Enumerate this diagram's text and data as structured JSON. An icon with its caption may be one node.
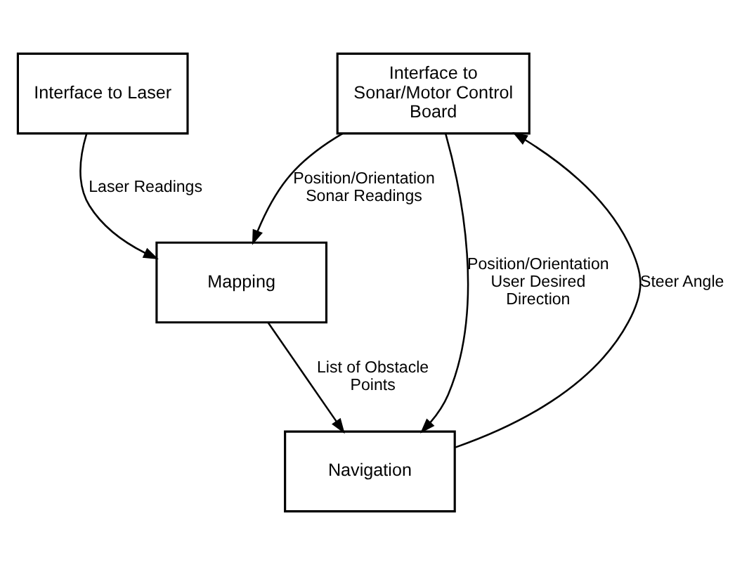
{
  "diagram": {
    "nodes": [
      {
        "text": [
          "Interface to Laser"
        ]
      },
      {
        "text": [
          "Interface to Sonar/Motor Control Board"
        ]
      },
      {
        "text": [
          "Mapping"
        ]
      },
      {
        "text": [
          "Navigation"
        ]
      }
    ],
    "edges": [
      {
        "from": 0,
        "to": 2,
        "arrow": "to",
        "label": "Laser Readings"
      },
      {
        "from": 1,
        "to": 2,
        "arrow": "to",
        "label": "Position/Orientation Sonar Readings"
      },
      {
        "from": 2,
        "to": 3,
        "arrow": "to",
        "label": "List of Obstacle Points"
      },
      {
        "from": 1,
        "to": 3,
        "arrow": "to",
        "label": "Position/Orientation User Desired Direction"
      },
      {
        "from": 3,
        "to": 1,
        "arrow": "to",
        "label": "Steer Angle"
      }
    ]
  }
}
